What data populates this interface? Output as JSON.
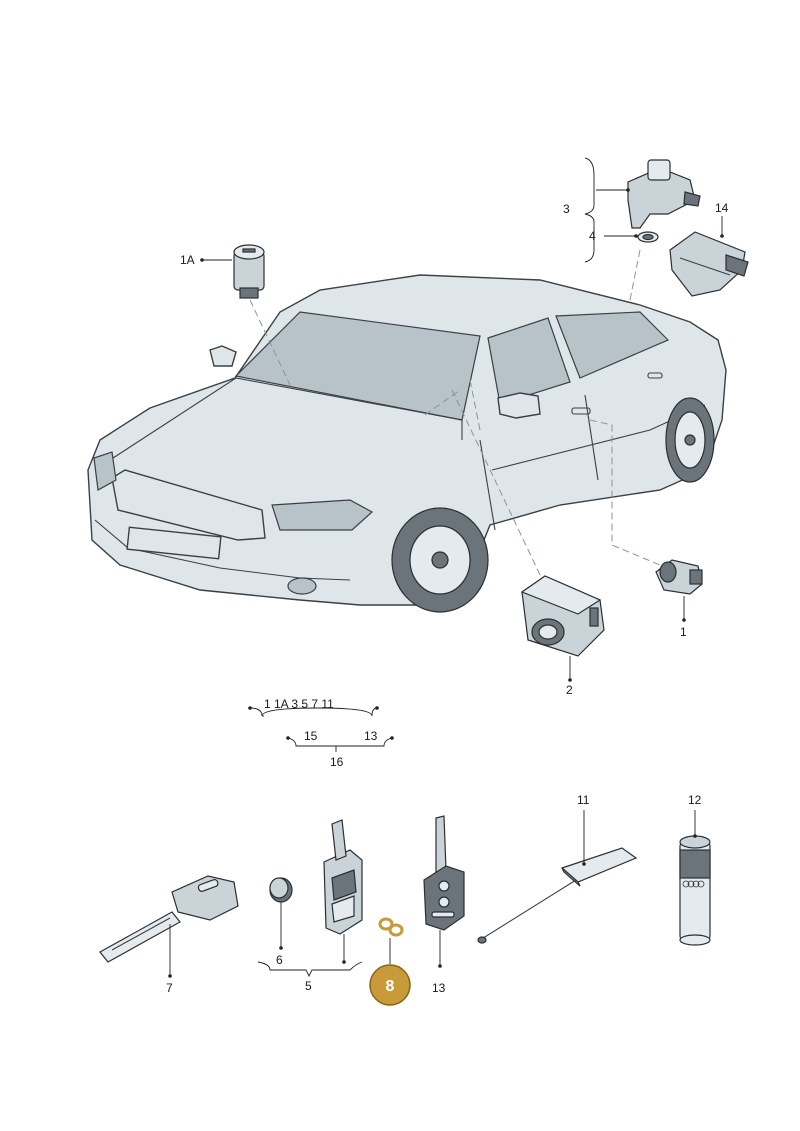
{
  "labels": {
    "l1": "1",
    "l1a": "1A",
    "l2": "2",
    "l3": "3",
    "l4": "4",
    "l5": "5",
    "l6": "6",
    "l7": "7",
    "l8": "8",
    "l11": "11",
    "l12": "12",
    "l13": "13",
    "l13b": "13",
    "l14": "14",
    "l15": "15",
    "l16": "16",
    "group_top": "1 1A 3 5 7 11"
  },
  "highlight": {
    "label": "8",
    "color": "#c89a3a"
  }
}
